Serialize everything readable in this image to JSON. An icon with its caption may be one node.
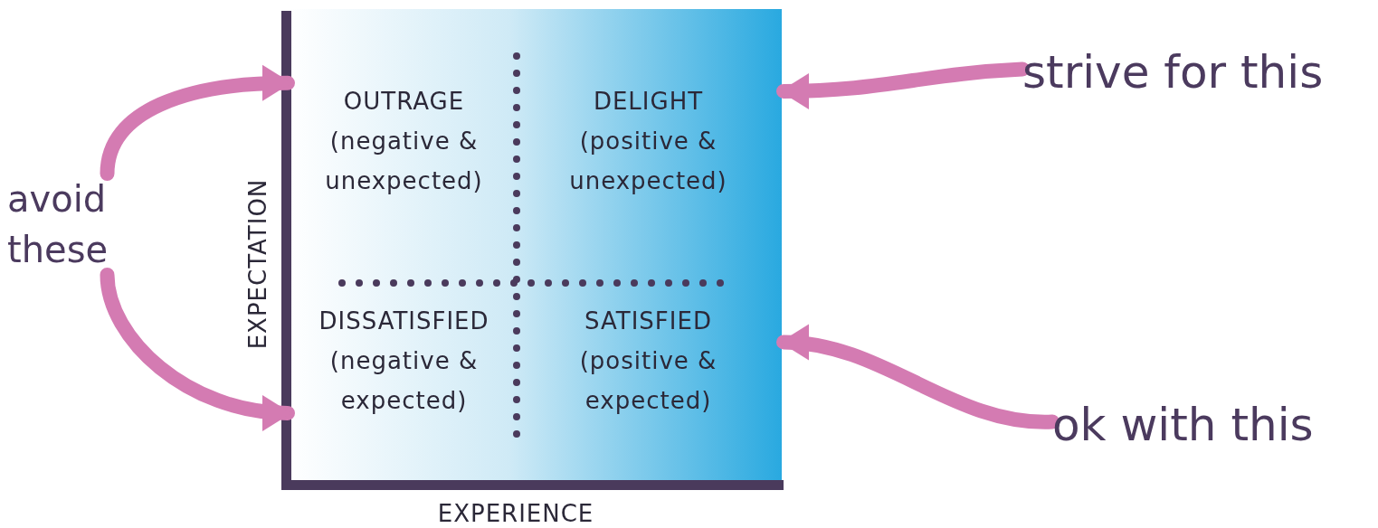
{
  "diagram": {
    "nodes": [
      {
        "text": [
          "OUTRAGE",
          "(negative & unexpected)"
        ]
      },
      {
        "text": [
          "DELIGHT",
          "(positive & unexpected)"
        ]
      },
      {
        "text": [
          "DISSATISFIED",
          "(negative & expected)"
        ]
      },
      {
        "text": [
          "SATISFIED",
          "(positive & expected)"
        ]
      },
      {
        "text": [
          "avoid these"
        ]
      },
      {
        "text": [
          "strive for this"
        ]
      },
      {
        "text": [
          "ok with this"
        ]
      }
    ],
    "edges": [
      {
        "from": 4,
        "to": 0,
        "arrow": "to"
      },
      {
        "from": 4,
        "to": 2,
        "arrow": "to"
      },
      {
        "from": 5,
        "to": 1,
        "arrow": "to"
      },
      {
        "from": 6,
        "to": 3,
        "arrow": "to"
      }
    ],
    "labels": [
      "EXPECTATION",
      "EXPERIENCE"
    ]
  }
}
